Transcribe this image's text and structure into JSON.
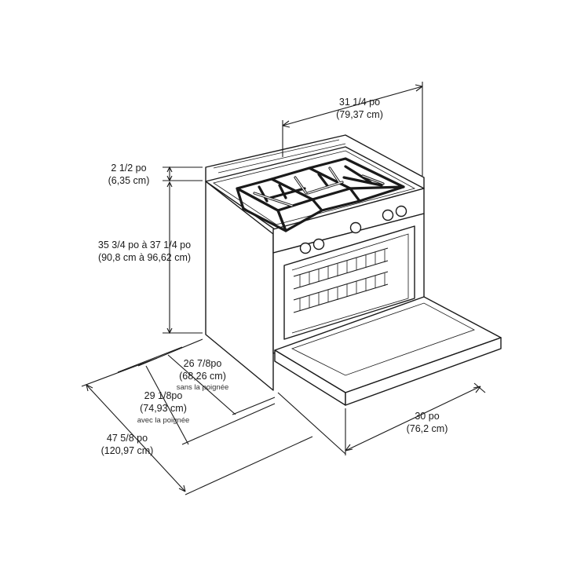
{
  "dimensions": {
    "width_top": {
      "imperial": "31 1/4 po",
      "metric": "(79,37 cm)"
    },
    "backguard": {
      "imperial": "2 1/2 po",
      "metric": "(6,35 cm)"
    },
    "height": {
      "imperial": "35 3/4 po à 37 1/4 po",
      "metric": "(90,8 cm à 96,62 cm)"
    },
    "depth_no_handle": {
      "imperial": "26 7/8po",
      "metric": "(68,26 cm)",
      "note": "sans la poignée"
    },
    "depth_with_handle": {
      "imperial": "29 1/8po",
      "metric": "(74,93 cm)",
      "note": "avec la poignée"
    },
    "depth_door_open": {
      "imperial": "47 5/8 po",
      "metric": "(120,97 cm)"
    },
    "width_front": {
      "imperial": "30 po",
      "metric": "(76,2 cm)"
    }
  },
  "colors": {
    "line": "#1a1a1a",
    "background": "#ffffff"
  }
}
